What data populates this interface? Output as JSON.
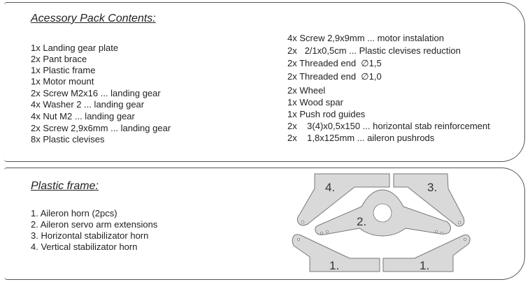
{
  "accessory": {
    "title": "Acessory Pack Contents:",
    "left_items": [
      "1x Landing gear plate",
      "2x Pant brace",
      "1x Plastic frame",
      "1x Motor mount",
      "2x Screw M2x16 ... landing gear",
      "4x Washer 2 ... landing gear",
      "4x Nut M2 ... landing gear",
      "2x Screw 2,9x6mm ... landing gear",
      "8x Plastic clevises"
    ],
    "right_items": [
      "4x Screw 2,9x9mm ... motor instalation",
      "2x   2/1x0,5cm ... Plastic clevises reduction",
      "2x Threaded end  ∅1,5",
      "2x Threaded end  ∅1,0",
      "2x Wheel",
      "1x Wood spar",
      "1x Push rod guides",
      "2x    3(4)x0,5x150 ... horizontal stab reinforcement",
      "2x    1,8x125mm ... aileron pushrods"
    ]
  },
  "plastic_frame": {
    "title": "Plastic frame:",
    "items": [
      "1. Aileron horn (2pcs)",
      "2. Aileron servo arm extensions",
      "3. Horizontal stabilizator horn",
      "4. Vertical stabilizator horn"
    ],
    "part_labels": [
      "4.",
      "3.",
      "2.",
      "1.",
      "1."
    ],
    "part_fill": "#d9d9d9",
    "part_stroke": "#777777"
  }
}
